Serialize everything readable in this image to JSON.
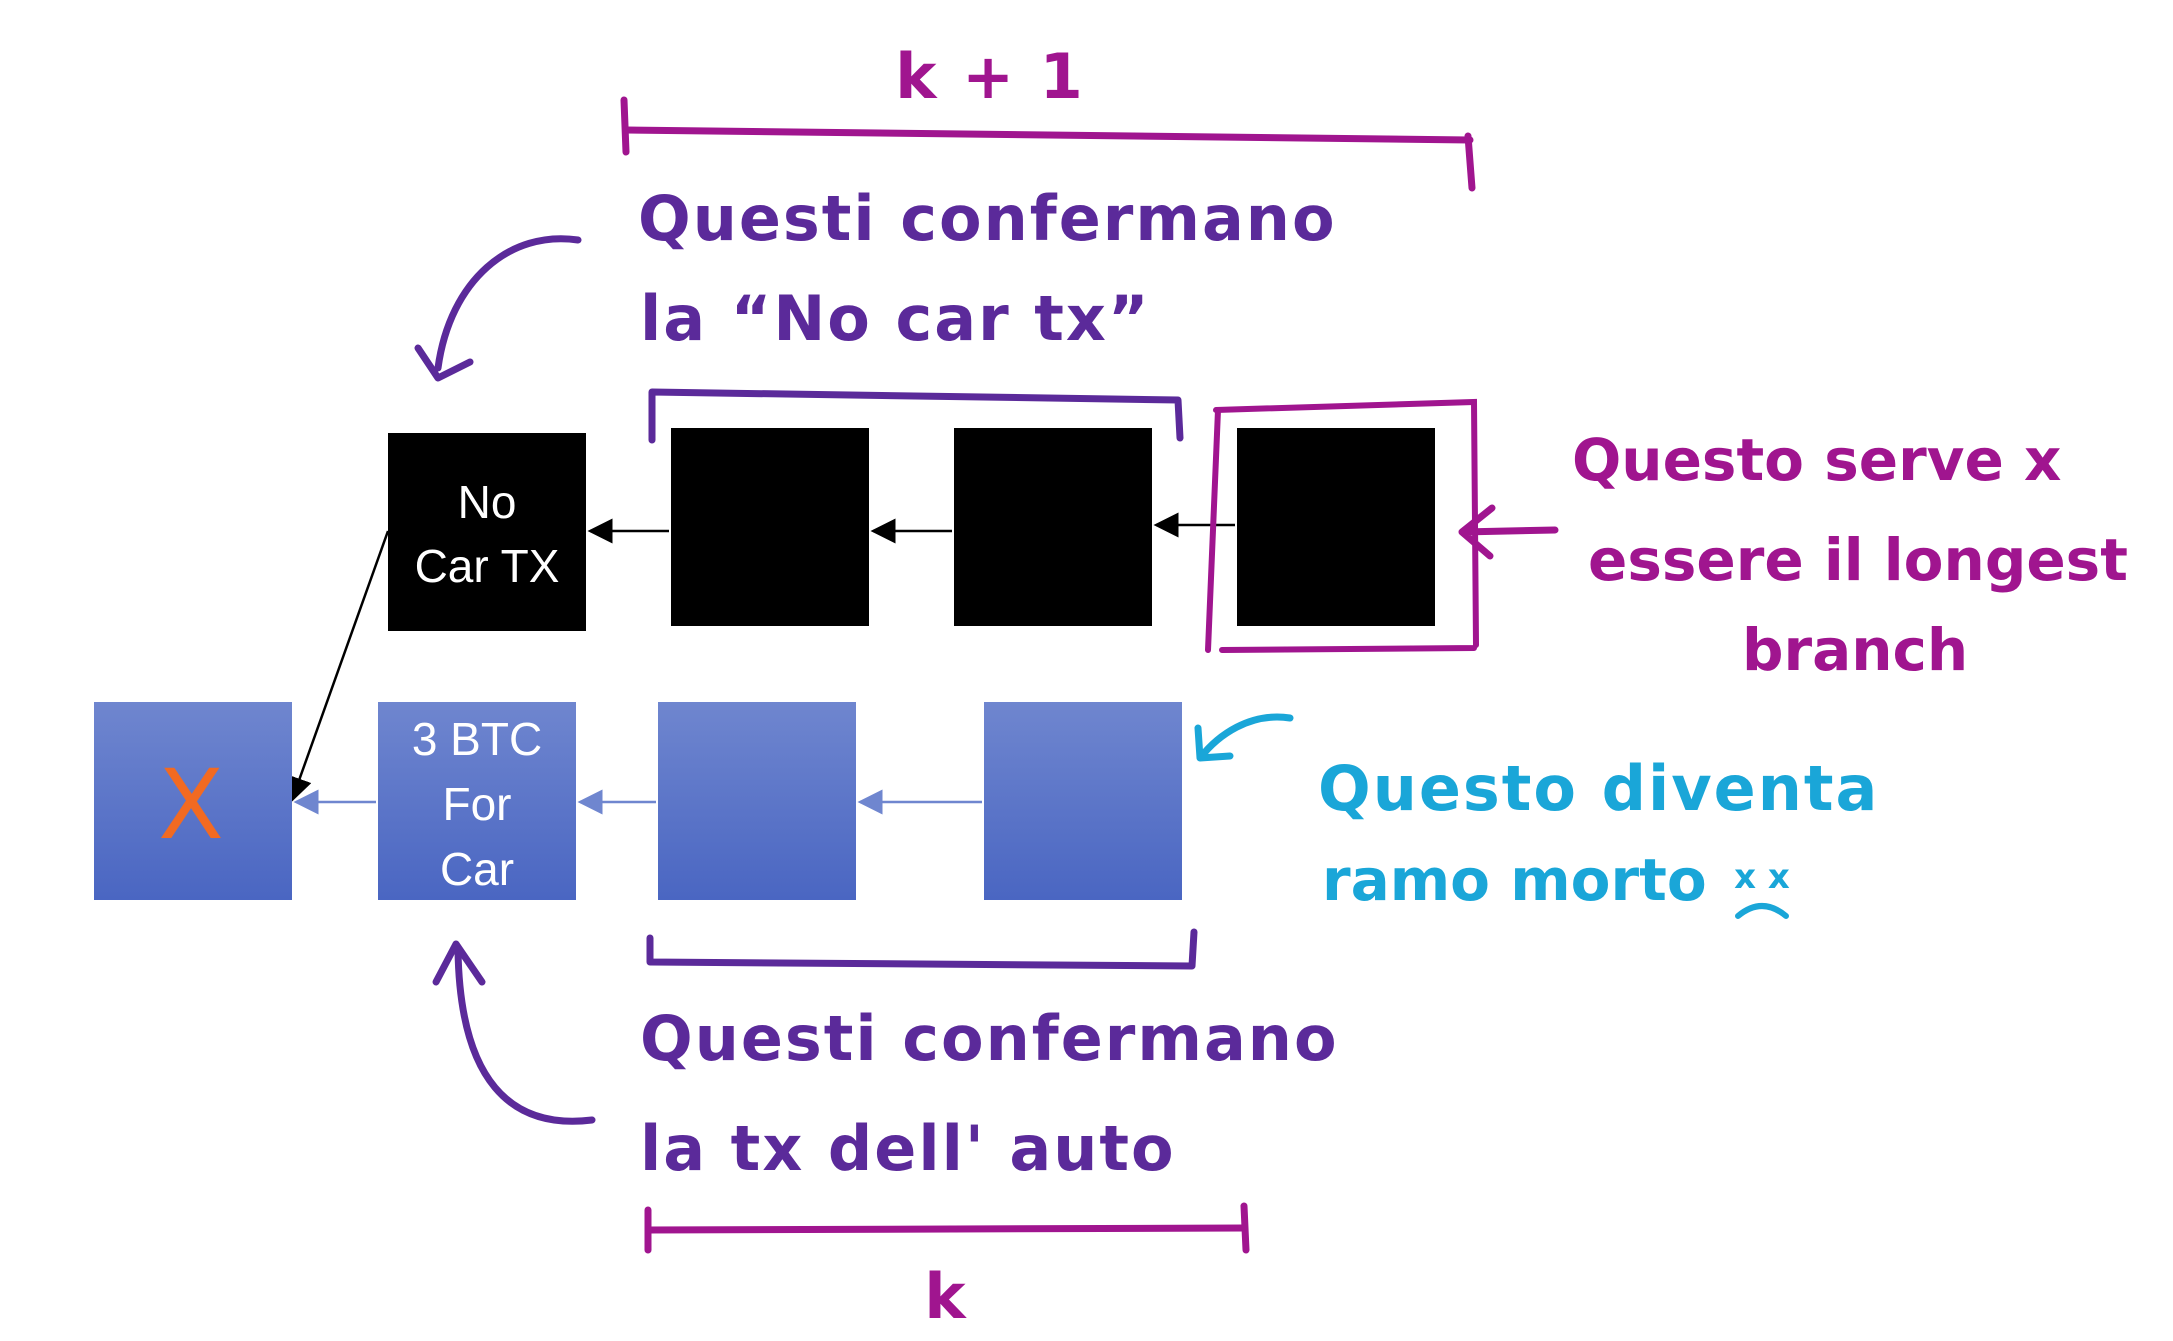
{
  "colors": {
    "black_block": "#000000",
    "blue_block_top": "#6f86cf",
    "blue_block_bottom": "#4a66c2",
    "x_mark": "#f26a22",
    "purple_ink": "#5b2a9a",
    "magenta_ink": "#a0158f",
    "cyan_ink": "#1aa6d8",
    "blue_arrow": "#6f86cf"
  },
  "blocks": {
    "no_car_tx": [
      "No",
      "Car TX"
    ],
    "btc_for_car": [
      "3 BTC",
      "For",
      "Car"
    ],
    "x_mark": "X"
  },
  "annotations": {
    "top_measure": "k + 1",
    "bottom_measure": "k",
    "top_confirm": [
      "Questi confermano",
      "la “No car tx”"
    ],
    "longest": [
      "Questo serve x",
      "essere il longest",
      "branch"
    ],
    "dead_branch": [
      "Questo diventa",
      "ramo morto"
    ],
    "sad_face": "x x",
    "bottom_confirm": [
      "Questi confermano",
      "la tx dell' auto"
    ]
  }
}
